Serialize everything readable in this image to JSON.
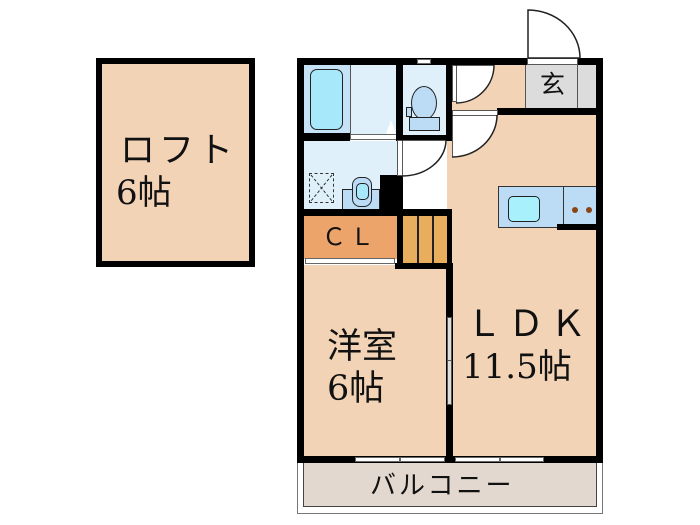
{
  "floorplan": {
    "loft": {
      "name": "ロフト",
      "size": "6帖"
    },
    "western_room": {
      "name": "洋室",
      "size": "6帖"
    },
    "ldk": {
      "name": "ＬＤＫ",
      "size": "11.5帖"
    },
    "closet": {
      "name": "ＣＬ"
    },
    "entrance": {
      "name": "玄"
    },
    "balcony": {
      "name": "バルコニー"
    }
  },
  "colors": {
    "wall": "#000000",
    "room_floor": "#f2d3b6",
    "wet_area": "#dff0fb",
    "bath": "#c6e2f7",
    "tub": "#a8e8fb",
    "closet": "#eda46a",
    "stairs": "#e8ae5e",
    "entrance": "#dcdcdc",
    "balcony": "#e3d8cf"
  }
}
